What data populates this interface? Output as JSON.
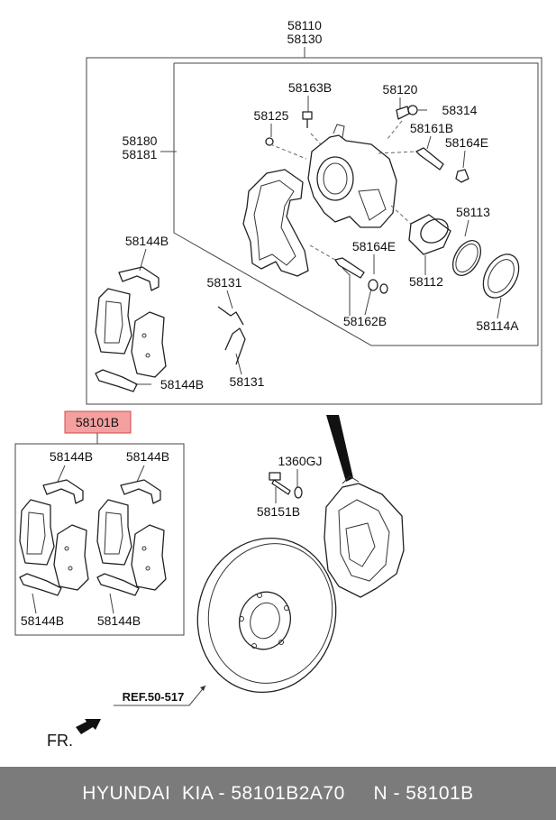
{
  "labels": {
    "assembly_a": "58110",
    "assembly_b": "58130",
    "bolt_top": "58163B",
    "bleeder": "58120",
    "cap": "58314",
    "plug_58125": "58125",
    "pin_b": "58161B",
    "boot_e_top": "58164E",
    "carrier_a": "58180",
    "carrier_b": "58181",
    "piston_seal": "58113",
    "spring_top_left": "58144B",
    "boot_e_mid": "58164E",
    "spring_58131_top": "58131",
    "piston": "58112",
    "pin_62b": "58162B",
    "dust_boot": "58114A",
    "spring_bottom_left": "58144B",
    "spring_58131_bottom": "58131",
    "pad_kit": "58101B",
    "kit_spring_tl": "58144B",
    "kit_spring_tr": "58144B",
    "kit_spring_bl": "58144B",
    "kit_spring_br": "58144B",
    "washer": "1360GJ",
    "mount_bolt": "58151B",
    "ref": "REF.50-517",
    "front": "FR."
  },
  "colors": {
    "pad_kit_highlight": "#f4a0a0",
    "pad_kit_border": "#d04848",
    "footer_bg": "#7b7b7b",
    "footer_text": "#ffffff"
  },
  "icons": {
    "front_arrow": "arrow-left-down-icon"
  },
  "footer": {
    "text": "HYUNDAI  KIA - 58101B2A70     N - 58101B"
  }
}
